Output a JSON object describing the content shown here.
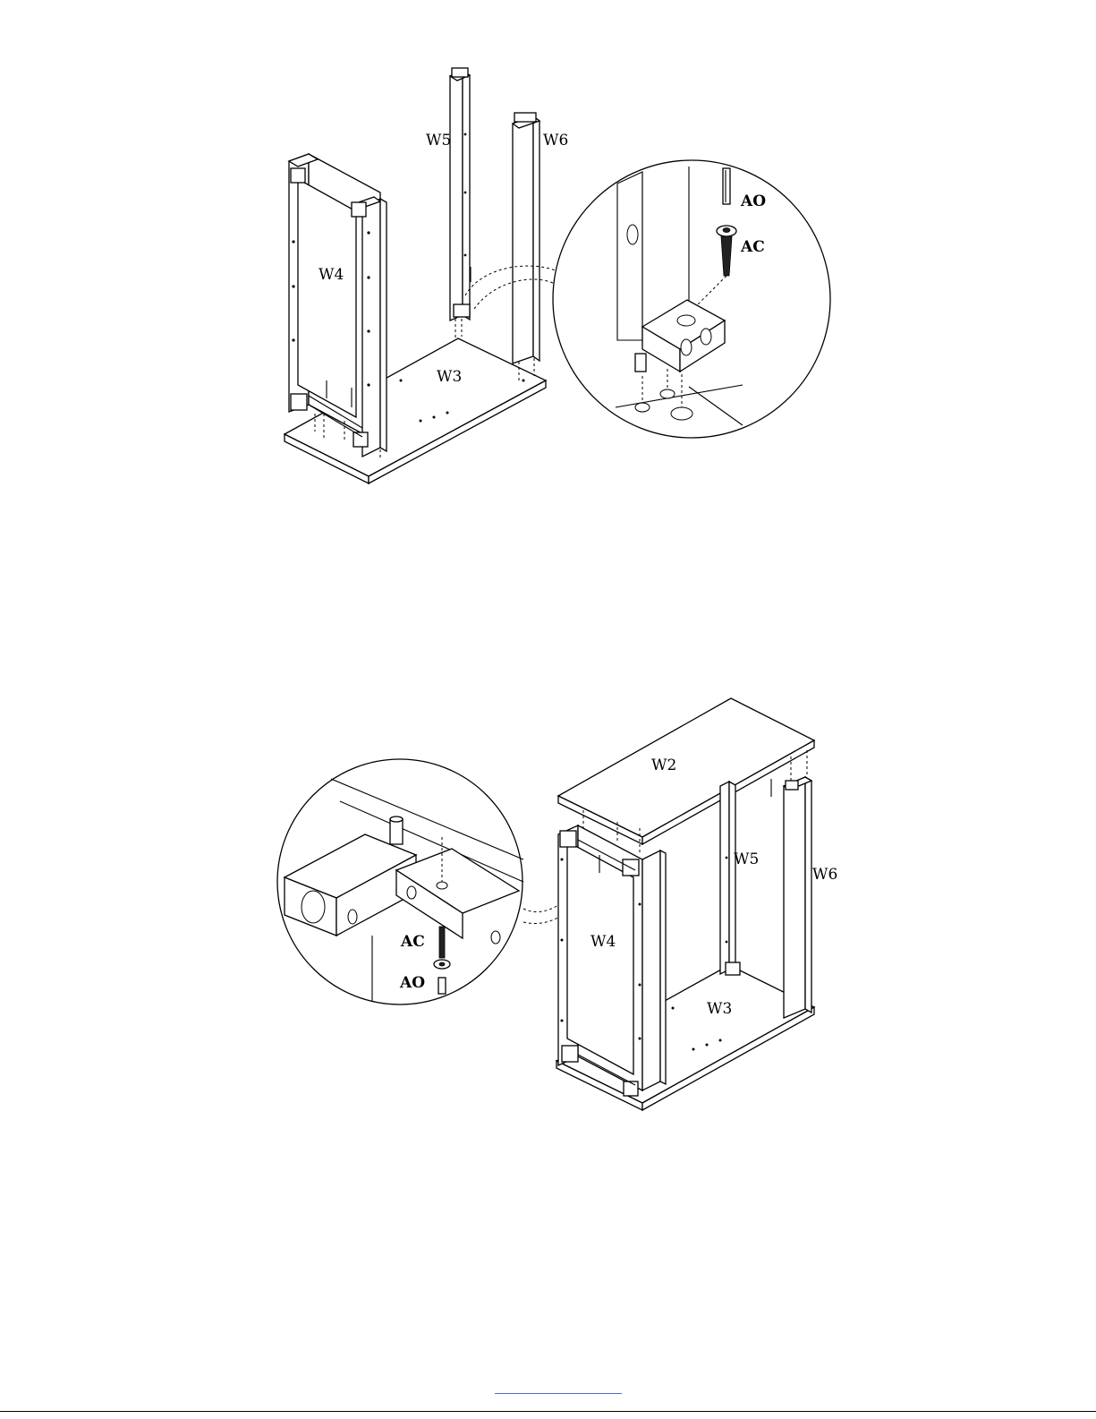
{
  "figure1": {
    "labels": {
      "w5": "W5",
      "w6": "W6",
      "w4": "W4",
      "w3": "W3",
      "ao": "AO",
      "ac": "AC"
    }
  },
  "figure2": {
    "labels": {
      "w2": "W2",
      "w5": "W5",
      "w6": "W6",
      "w4": "W4",
      "w3": "W3",
      "ac": "AC",
      "ao": "AO"
    }
  }
}
